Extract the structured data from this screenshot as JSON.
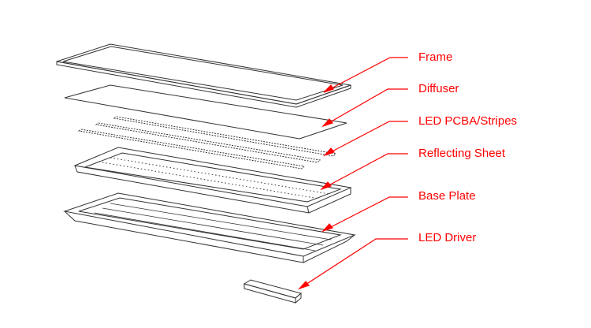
{
  "labels": [
    "Frame",
    "Diffuser",
    "LED PCBA/Stripes",
    "Reflecting Sheet",
    "Base Plate",
    "LED Driver"
  ],
  "colors": {
    "callout": "#ff0000",
    "drawing": "#333333"
  }
}
